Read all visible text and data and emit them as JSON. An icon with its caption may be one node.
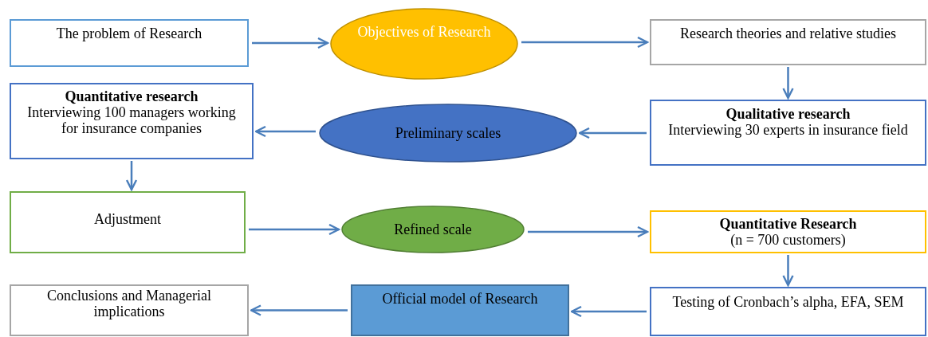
{
  "diagram": {
    "nodes": [
      {
        "text": [
          "The problem of Research"
        ]
      },
      {
        "text": [
          "Objectives of Research"
        ]
      },
      {
        "text": [
          "Research theories and relative studies"
        ]
      },
      {
        "text": [
          "Qualitative research",
          "Interviewing 30 experts in insurance field"
        ]
      },
      {
        "text": [
          "Preliminary scales"
        ]
      },
      {
        "text": [
          "Quantitative research",
          "Interviewing 100 managers working for insurance companies"
        ]
      },
      {
        "text": [
          "Adjustment"
        ]
      },
      {
        "text": [
          "Refined scale"
        ]
      },
      {
        "text": [
          "Quantitative Research",
          "(n = 700 customers)"
        ]
      },
      {
        "text": [
          "Testing of Cronbach’s alpha, EFA, SEM"
        ]
      },
      {
        "text": [
          "Official model of Research"
        ]
      },
      {
        "text": [
          "Conclusions and Managerial implications"
        ]
      }
    ],
    "edges": [
      {
        "from": 0,
        "to": 1,
        "arrow": "to"
      },
      {
        "from": 1,
        "to": 2,
        "arrow": "to"
      },
      {
        "from": 2,
        "to": 3,
        "arrow": "to"
      },
      {
        "from": 3,
        "to": 4,
        "arrow": "to"
      },
      {
        "from": 4,
        "to": 5,
        "arrow": "to"
      },
      {
        "from": 5,
        "to": 6,
        "arrow": "to"
      },
      {
        "from": 6,
        "to": 7,
        "arrow": "to"
      },
      {
        "from": 7,
        "to": 8,
        "arrow": "to"
      },
      {
        "from": 8,
        "to": 9,
        "arrow": "to"
      },
      {
        "from": 9,
        "to": 10,
        "arrow": "to"
      },
      {
        "from": 10,
        "to": 11,
        "arrow": "to"
      }
    ]
  }
}
